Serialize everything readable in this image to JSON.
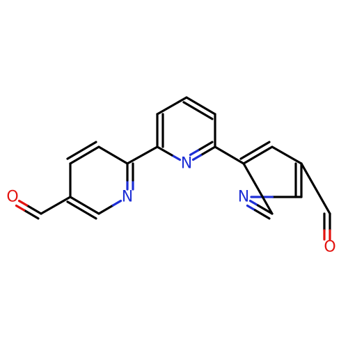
{
  "molecule": {
    "atoms": [
      {
        "id": "c1",
        "el": "C"
      },
      {
        "id": "c2",
        "el": "C"
      },
      {
        "id": "c3",
        "el": "C"
      },
      {
        "id": "c4",
        "el": "C"
      },
      {
        "id": "c5",
        "el": "C"
      },
      {
        "id": "n1",
        "el": "N",
        "label": "N"
      },
      {
        "id": "c6",
        "el": "C"
      },
      {
        "id": "c7",
        "el": "C"
      },
      {
        "id": "c8",
        "el": "C"
      },
      {
        "id": "c9",
        "el": "C"
      },
      {
        "id": "c10",
        "el": "C"
      },
      {
        "id": "n2",
        "el": "N",
        "label": "N"
      },
      {
        "id": "c11",
        "el": "C"
      },
      {
        "id": "c12",
        "el": "C"
      },
      {
        "id": "c13",
        "el": "C"
      },
      {
        "id": "c14",
        "el": "C"
      },
      {
        "id": "n3",
        "el": "N",
        "label": "N"
      },
      {
        "id": "c15",
        "el": "C"
      },
      {
        "id": "c16",
        "el": "C"
      },
      {
        "id": "o1",
        "el": "O",
        "label": "O"
      },
      {
        "id": "c17",
        "el": "C"
      },
      {
        "id": "o2",
        "el": "O",
        "label": "O"
      }
    ],
    "bonds": [
      {
        "a": "c1",
        "b": "c2",
        "order": 1
      },
      {
        "a": "c2",
        "b": "c3",
        "order": 2
      },
      {
        "a": "c3",
        "b": "c4",
        "order": 1
      },
      {
        "a": "c4",
        "b": "c5",
        "order": 2
      },
      {
        "a": "c5",
        "b": "n1",
        "order": 1
      },
      {
        "a": "n1",
        "b": "c1",
        "order": 2
      },
      {
        "a": "c1",
        "b": "c6",
        "order": 1
      },
      {
        "a": "c6",
        "b": "c7",
        "order": 2
      },
      {
        "a": "c7",
        "b": "c8",
        "order": 1
      },
      {
        "a": "c8",
        "b": "c9",
        "order": 2
      },
      {
        "a": "c9",
        "b": "c10",
        "order": 1
      },
      {
        "a": "c10",
        "b": "n2",
        "order": 2
      },
      {
        "a": "n2",
        "b": "c6",
        "order": 1
      },
      {
        "a": "c10",
        "b": "c11",
        "order": 1
      },
      {
        "a": "c11",
        "b": "c12",
        "order": 2
      },
      {
        "a": "c12",
        "b": "c13",
        "order": 1
      },
      {
        "a": "c13",
        "b": "c14",
        "order": 2
      },
      {
        "a": "c14",
        "b": "n3",
        "order": 1
      },
      {
        "a": "n3",
        "b": "c15",
        "order": 2
      },
      {
        "a": "c15",
        "b": "c11",
        "order": 1
      },
      {
        "a": "c4",
        "b": "c16",
        "order": 1
      },
      {
        "a": "c16",
        "b": "o1",
        "order": 2
      },
      {
        "a": "c13",
        "b": "c17",
        "order": 1
      },
      {
        "a": "c17",
        "b": "o2",
        "order": 2
      }
    ]
  },
  "colors": {
    "bond": "#000000",
    "N": "#1e2fd6",
    "O": "#e3130f"
  }
}
